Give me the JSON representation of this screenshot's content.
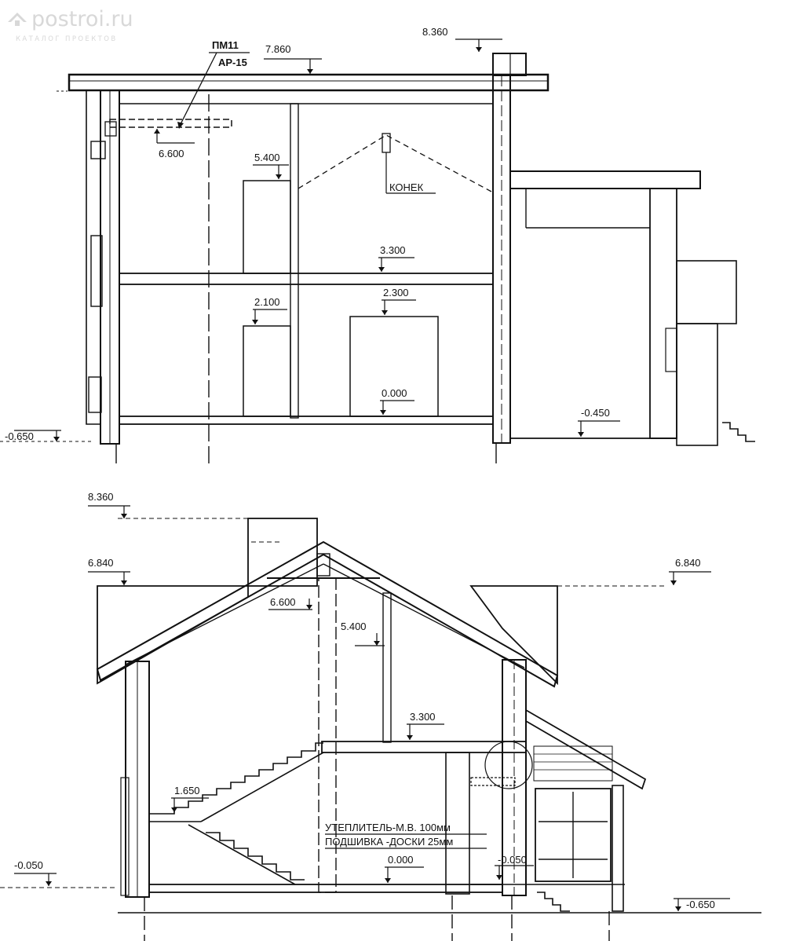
{
  "watermark": {
    "site": "postroi.ru",
    "tagline": "КАТАЛОГ ПРОЕКТОВ"
  },
  "section_1": {
    "marks": {
      "ridge_top": "8.360",
      "roof_top": "7.860",
      "lintel": "6.600",
      "door_2nd": "5.400",
      "floor_2": "3.300",
      "door_1st_a": "2.100",
      "door_1st_b": "2.300",
      "floor_1": "0.000",
      "ground_left": "-0.650",
      "annex_floor": "-0.450"
    },
    "ridge_label": "КОНЕК",
    "beam_tag_top": "ПМ11",
    "beam_tag_bottom": "АР-15"
  },
  "section_2": {
    "marks": {
      "ridge_top": "8.360",
      "eaves_left": "6.840",
      "eaves_right": "6.840",
      "ceiling": "6.600",
      "door_2nd": "5.400",
      "floor_2": "3.300",
      "landing": "1.650",
      "floor_1": "0.000",
      "entry_left": "-0.050",
      "entry_right": "-0.050",
      "ground_right": "-0.650"
    },
    "notes": {
      "insulation": "УТЕПЛИТЕЛЬ-М.В. 100мм",
      "lining": "ПОДШИВКА -ДОСКИ 25мм"
    }
  }
}
